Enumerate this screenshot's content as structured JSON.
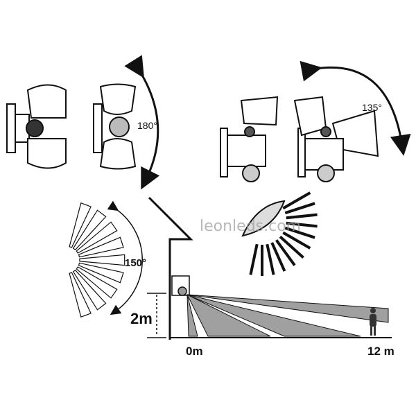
{
  "rotation_labels": {
    "horizontal": "180°",
    "vertical": "135°"
  },
  "detection": {
    "angle": "150°",
    "mount_height": "2m",
    "range_start": "0m",
    "range_end": "12 m"
  },
  "watermark": "leonleds.com",
  "colors": {
    "line": "#111111",
    "zone": "#a0a0a0",
    "watermark": "#9a9a9a"
  }
}
